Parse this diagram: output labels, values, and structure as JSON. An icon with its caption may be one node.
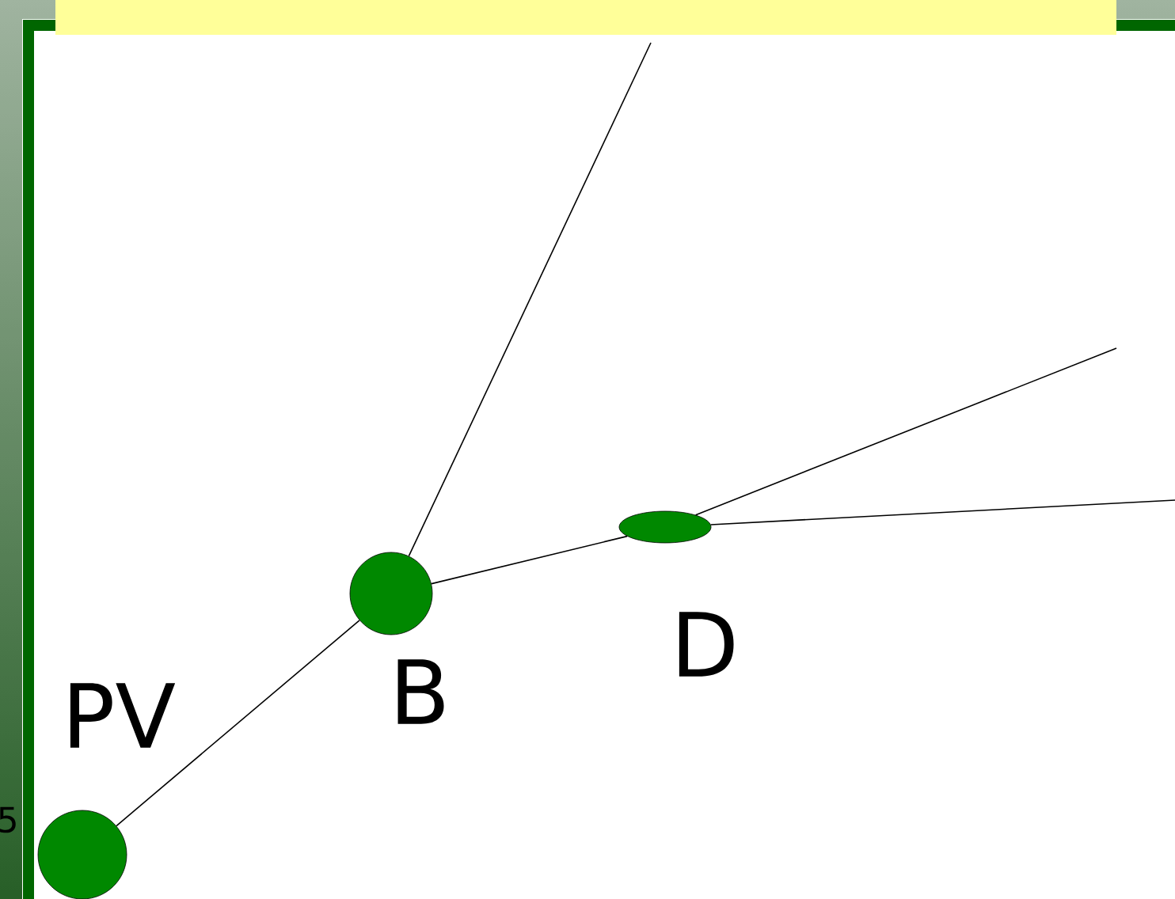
{
  "diagram": {
    "nodes": [
      {
        "text": [],
        "shape": "circle",
        "beside": [
          "PV"
        ]
      },
      {
        "text": [],
        "shape": "circle",
        "beside": [
          "B"
        ]
      },
      {
        "text": [],
        "shape": "ellipse",
        "beside": [
          "D"
        ]
      }
    ],
    "edges": [
      {
        "from": 0,
        "to": 1,
        "arrow": "none"
      },
      {
        "from": 1,
        "to": null,
        "arrow": "none"
      },
      {
        "from": 1,
        "to": 2,
        "arrow": "none"
      },
      {
        "from": 2,
        "to": null,
        "arrow": "none"
      },
      {
        "from": 2,
        "to": null,
        "arrow": "none"
      }
    ],
    "labels": [
      "5"
    ]
  }
}
